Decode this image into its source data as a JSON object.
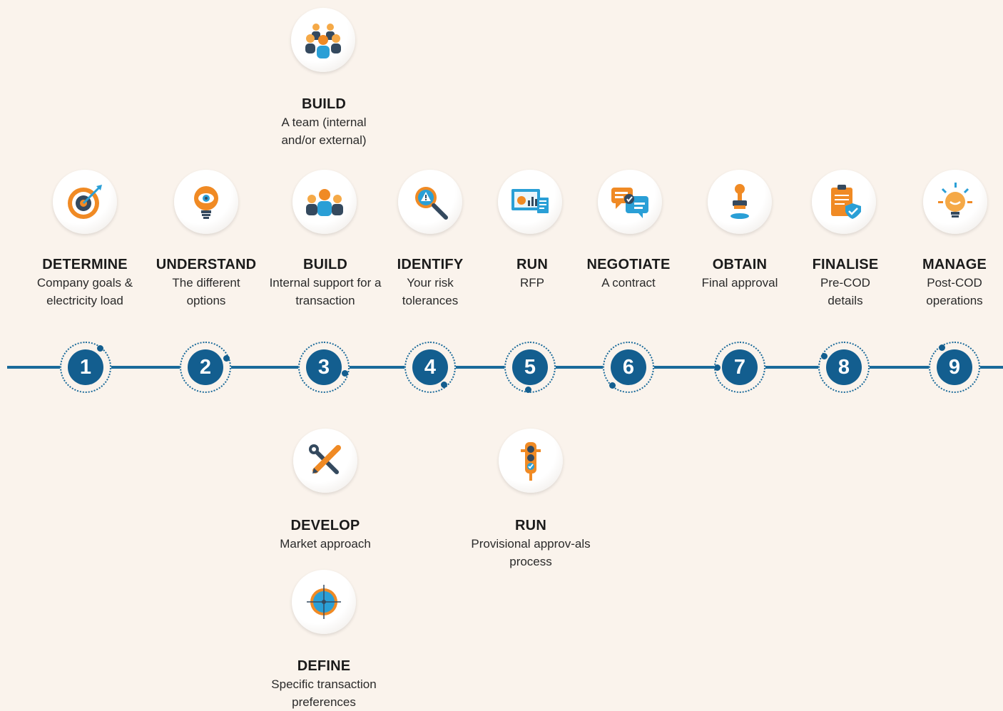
{
  "top_item": {
    "title": "BUILD",
    "desc": "A team (internal and/or external)",
    "icon": "team-icon"
  },
  "steps": [
    {
      "number": "1",
      "title": "DETERMINE",
      "desc": "Company goals & electricity load",
      "icon": "target-icon"
    },
    {
      "number": "2",
      "title": "UNDERSTAND",
      "desc": "The different options",
      "icon": "lightbulb-eye-icon"
    },
    {
      "number": "3",
      "title": "BUILD",
      "desc": "Internal support for a transaction",
      "icon": "people-group-icon"
    },
    {
      "number": "4",
      "title": "IDENTIFY",
      "desc": "Your risk tolerances",
      "icon": "magnifier-warning-icon"
    },
    {
      "number": "5",
      "title": "RUN",
      "desc": "RFP",
      "icon": "report-charts-icon"
    },
    {
      "number": "6",
      "title": "NEGOTIATE",
      "desc": "A contract",
      "icon": "chat-bubbles-icon"
    },
    {
      "number": "7",
      "title": "OBTAIN",
      "desc": "Final approval",
      "icon": "stamp-icon"
    },
    {
      "number": "8",
      "title": "FINALISE",
      "desc": "Pre-COD details",
      "icon": "clipboard-check-icon"
    },
    {
      "number": "9",
      "title": "MANAGE",
      "desc": "Post-COD operations",
      "icon": "lightbulb-idea-icon"
    }
  ],
  "below_items": [
    {
      "title": "DEVELOP",
      "desc": "Market approach",
      "icon": "tools-icon"
    },
    {
      "title": "RUN",
      "desc": "Provisional approv-als process",
      "icon": "traffic-light-icon"
    },
    {
      "title": "DEFINE",
      "desc": "Specific transaction preferences",
      "icon": "crosshair-icon"
    }
  ],
  "colors": {
    "background": "#faf3ec",
    "line": "#1a6a9a",
    "step": "#135e8f",
    "accent": "#f0962e",
    "teal": "#2a9fd6",
    "dark": "#34495e"
  }
}
